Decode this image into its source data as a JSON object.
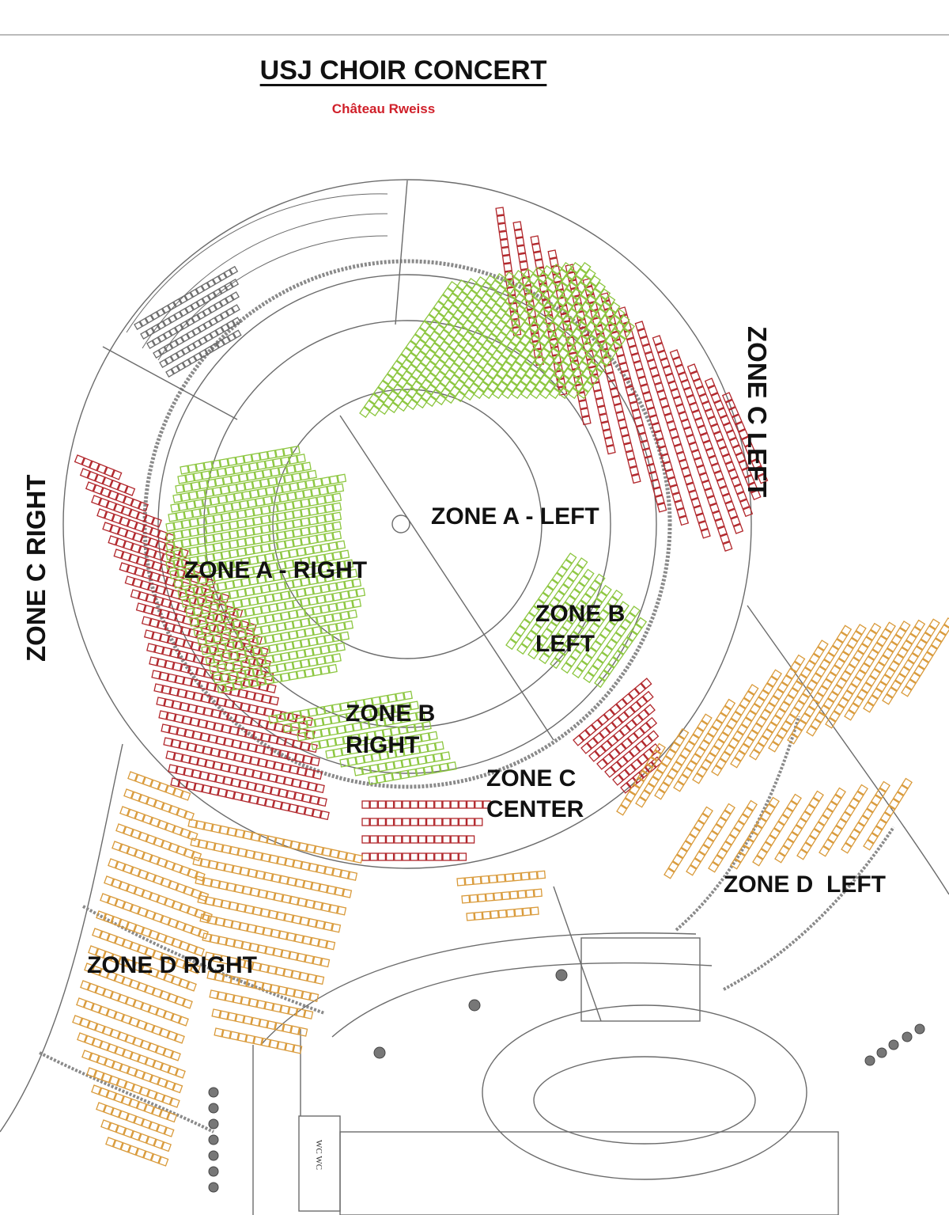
{
  "header": {
    "title": "USJ CHOIR CONCERT",
    "venue": "Château Rweiss"
  },
  "zones": {
    "a_left": "ZONE A - LEFT",
    "a_right": "ZONE A - RIGHT",
    "b_left_1": "ZONE B",
    "b_left_2": "LEFT",
    "b_right_1": "ZONE B",
    "b_right_2": "RIGHT",
    "c_center_1": "ZONE C",
    "c_center_2": "CENTER",
    "c_left": "ZONE C LEFT",
    "c_right": "ZONE C RIGHT",
    "d_left": "ZONE D  LEFT",
    "d_right": "ZONE D RIGHT"
  },
  "plan_labels": {
    "wc": "WC WC"
  },
  "colors": {
    "zone_a": "#8cc63f",
    "zone_b": "#8cc63f",
    "zone_c": "#b1262b",
    "zone_d": "#d99a3a",
    "outline": "#6b6b6b",
    "title": "#111111",
    "venue": "#d0202a"
  }
}
